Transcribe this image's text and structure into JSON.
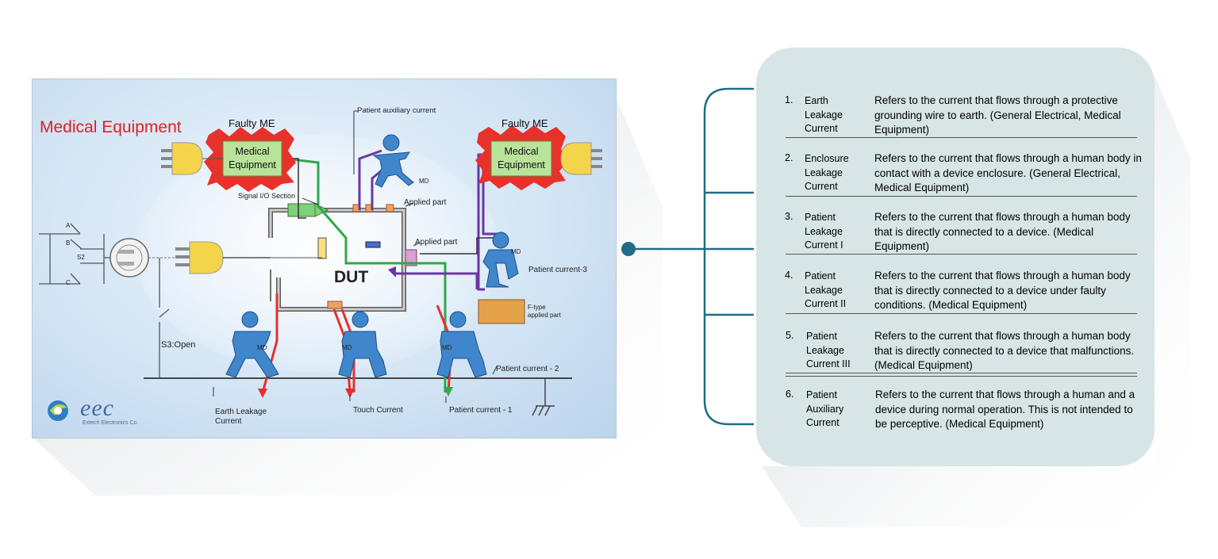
{
  "diagram": {
    "title": "Medical Equipment",
    "faulty_left": "Faulty ME",
    "faulty_right": "Faulty ME",
    "equipment_left": "Medical\nEquipment",
    "equipment_right": "Medical\nEquipment",
    "patient_auxiliary_current": "Patient auxiliary current",
    "signal_io": "Signal I/O Section",
    "applied_part_top": "Applied part",
    "applied_part_mid": "Applied part",
    "dut": "DUT",
    "patient_current_3": "Patient current-3",
    "f_type": "F-type\napplied part",
    "patient_current_2": "Patient current - 2",
    "s3_open": "S3:Open",
    "earth_leakage": "Earth Leakage\nCurrent",
    "touch_current": "Touch Current",
    "patient_current_1": "Patient current - 1",
    "md": "MD",
    "switch_a": "A",
    "switch_b": "B",
    "switch_c": "C",
    "switch_s2": "S2",
    "logo_text": "eec",
    "logo_subtitle": "Extech Electronics Co.",
    "colors": {
      "title_red": "#e02020",
      "wire_red": "#e53030",
      "wire_green": "#2fa84a",
      "wire_purple": "#6a36a8",
      "figure_blue": "#3f86cc",
      "box_green": "#b9e39a",
      "starburst_red": "#e8312a"
    }
  },
  "legend": {
    "items": [
      {
        "number": "1.",
        "term": "Earth\nLeakage\nCurrent",
        "description": "Refers to the current that flows through a protective grounding wire to earth. (General Electrical, Medical Equipment)"
      },
      {
        "number": "2.",
        "term": "Enclosure\nLeakage\nCurrent",
        "description": "Refers to the current that flows through a human body in contact with a device enclosure. (General Electrical, Medical Equipment)"
      },
      {
        "number": "3.",
        "term": "Patient\nLeakage\nCurrent I",
        "description": "Refers to the current that flows through a human body that is directly connected to a device. (Medical Equipment)"
      },
      {
        "number": "4.",
        "term": "Patient\nLeakage\nCurrent II",
        "description": "Refers to the current that flows through a human body that is directly connected to a device under faulty conditions.  (Medical Equipment)"
      },
      {
        "number": "5.",
        "term": "Patient\nLeakage\nCurrent III",
        "description": "Refers to the current that flows through a human body that is directly connected to a device that malfunctions.  (Medical Equipment)"
      },
      {
        "number": "6.",
        "term": "Patient\nAuxiliary\nCurrent",
        "description": "Refers to the current that flows through a human and a device during normal operation. This is not intended to be perceptive. (Medical Equipment)"
      }
    ]
  }
}
